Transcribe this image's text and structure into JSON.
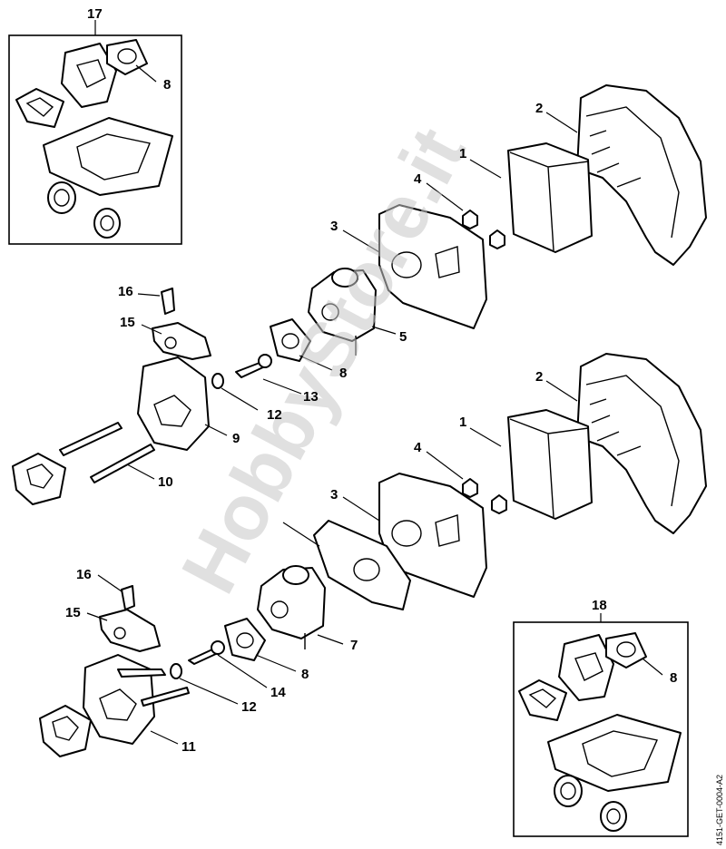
{
  "diagram": {
    "labels": {
      "box17": "17",
      "box18": "18",
      "p1a": "1",
      "p1b": "1",
      "p2a": "2",
      "p2b": "2",
      "p3a": "3",
      "p3b": "3",
      "p4a": "4",
      "p4b": "4",
      "p5": "5",
      "p7": "7",
      "p8_box17": "8",
      "p8a": "8",
      "p8b": "8",
      "p8_box18": "8",
      "p9": "9",
      "p10": "10",
      "p11": "11",
      "p12a": "12",
      "p12b": "12",
      "p13": "13",
      "p14": "14",
      "p15a": "15",
      "p15b": "15",
      "p16a": "16",
      "p16b": "16"
    },
    "watermark": "HobbyStore.it",
    "reference_code": "4151-GET-0004-A2"
  }
}
